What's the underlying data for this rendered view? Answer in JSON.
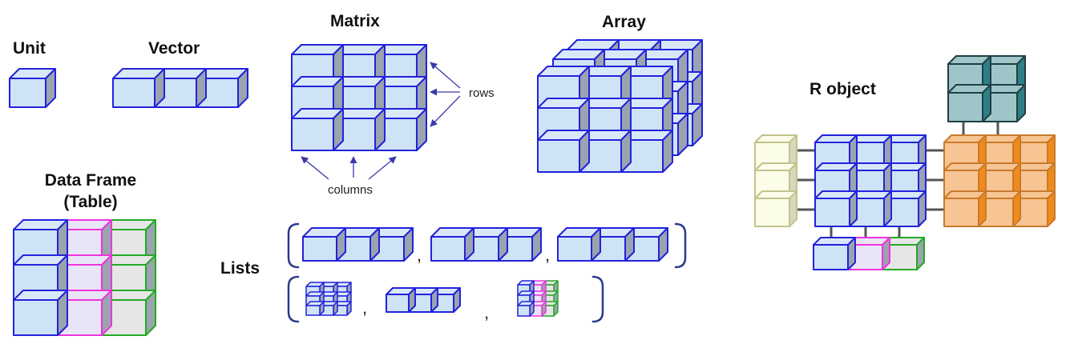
{
  "labels": {
    "unit": "Unit",
    "vector": "Vector",
    "matrix": "Matrix",
    "array": "Array",
    "data_frame_line1": "Data Frame",
    "data_frame_line2": "(Table)",
    "lists": "Lists",
    "r_object": "R object",
    "rows": "rows",
    "columns": "columns",
    "comma": ","
  },
  "colors": {
    "blue_face": "#cfe3f6",
    "blue_top": "#d9e8f8",
    "blue_side": "#9aa3ae",
    "blue_edge": "#2222dd",
    "pink_face": "#e9e5f9",
    "pink_edge": "#ee33dd",
    "green_face": "#e6e6e6",
    "green_edge": "#22aa22",
    "yellow_face": "#fcfde8",
    "yellow_edge": "#c2c28a",
    "orange_face": "#f7c493",
    "orange_side": "#f08a1c",
    "orange_edge": "#c97a2a",
    "teal_face": "#9ec6c8",
    "teal_side": "#2d7f86",
    "teal_edge": "#1e3f44",
    "connector": "#555555",
    "arrow": "#3a3aaa"
  },
  "icons": [
    "cube-icon",
    "arrow-icon",
    "bracket-icon"
  ]
}
